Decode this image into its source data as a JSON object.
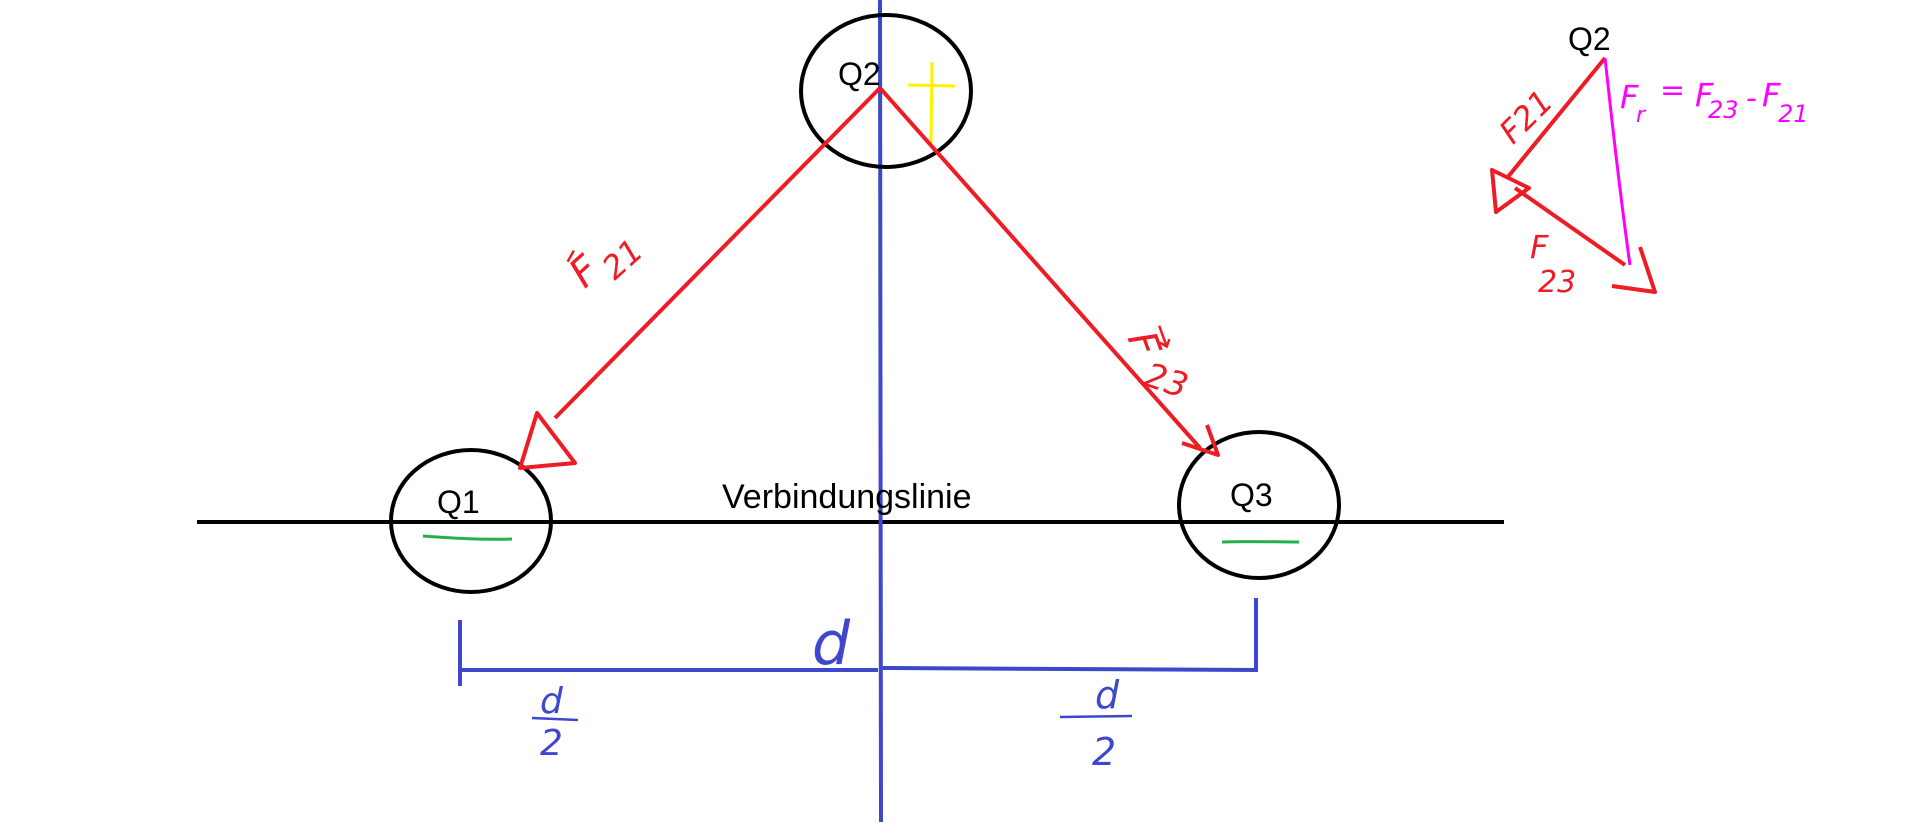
{
  "colors": {
    "background": "#ffffff",
    "outline": "#000000",
    "force": "#ee1c24",
    "axis": "#3f48cc",
    "resultant": "#ff00ff",
    "plus_sign": "#fff200",
    "minus_sign": "#22b14c"
  },
  "charges": {
    "q1": "Q1",
    "q2": "Q2",
    "q3": "Q3"
  },
  "connection_line_label": "Verbindungslinie",
  "forces": {
    "f21_label": "F",
    "f21_sub": "21",
    "f23_label": "F",
    "f23_sub": "23"
  },
  "distance": {
    "total": "d",
    "half_left_num": "d",
    "half_left_den": "2",
    "half_right_num": "d",
    "half_right_den": "2"
  },
  "inset": {
    "charge": "Q2",
    "f21_label": "F21",
    "f23_label_top": "F",
    "f23_label_sub": "23",
    "resultant_formula": "F",
    "resultant_sub": "r",
    "equals": "=",
    "term1": "F",
    "term1_sub": "23",
    "minus": "-",
    "term2": "F",
    "term2_sub": "21"
  },
  "signs": {
    "q2_sign": "+",
    "q1_sign": "−",
    "q3_sign": "−"
  }
}
